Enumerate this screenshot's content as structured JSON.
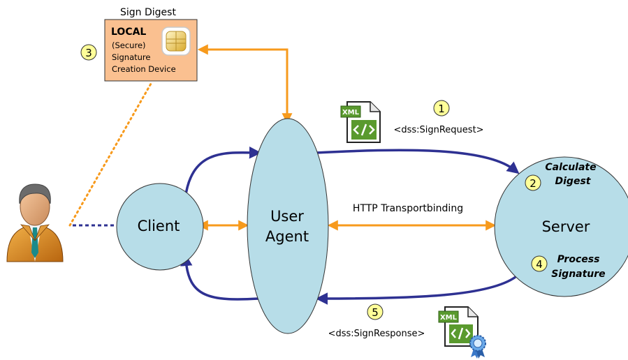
{
  "sign_digest": {
    "title": "Sign Digest",
    "box_line1": "LOCAL",
    "box_line2": "(Secure)",
    "box_line3": "Signature",
    "box_line4": "Creation Device"
  },
  "nodes": {
    "client": "Client",
    "user_agent_line1": "User",
    "user_agent_line2": "Agent",
    "server": "Server"
  },
  "steps": {
    "s1": "1",
    "s2": "2",
    "s3": "3",
    "s4": "4",
    "s5": "5"
  },
  "labels": {
    "sign_request": "<dss:SignRequest>",
    "sign_response": "<dss:SignResponse>",
    "http": "HTTP Transportbinding",
    "calc_line1": "Calculate",
    "calc_line2": "Digest",
    "proc_line1": "Process",
    "proc_line2": "Signature",
    "xml_badge": "XML"
  },
  "colors": {
    "node_fill": "#b7dde8",
    "box_fill": "#fac090",
    "orange": "#f79a1c",
    "blue": "#2e3192",
    "step_fill": "#ffff99"
  },
  "icons": [
    "person-icon",
    "smartcard-chip-icon",
    "xml-document-icon",
    "xml-signed-document-icon"
  ]
}
